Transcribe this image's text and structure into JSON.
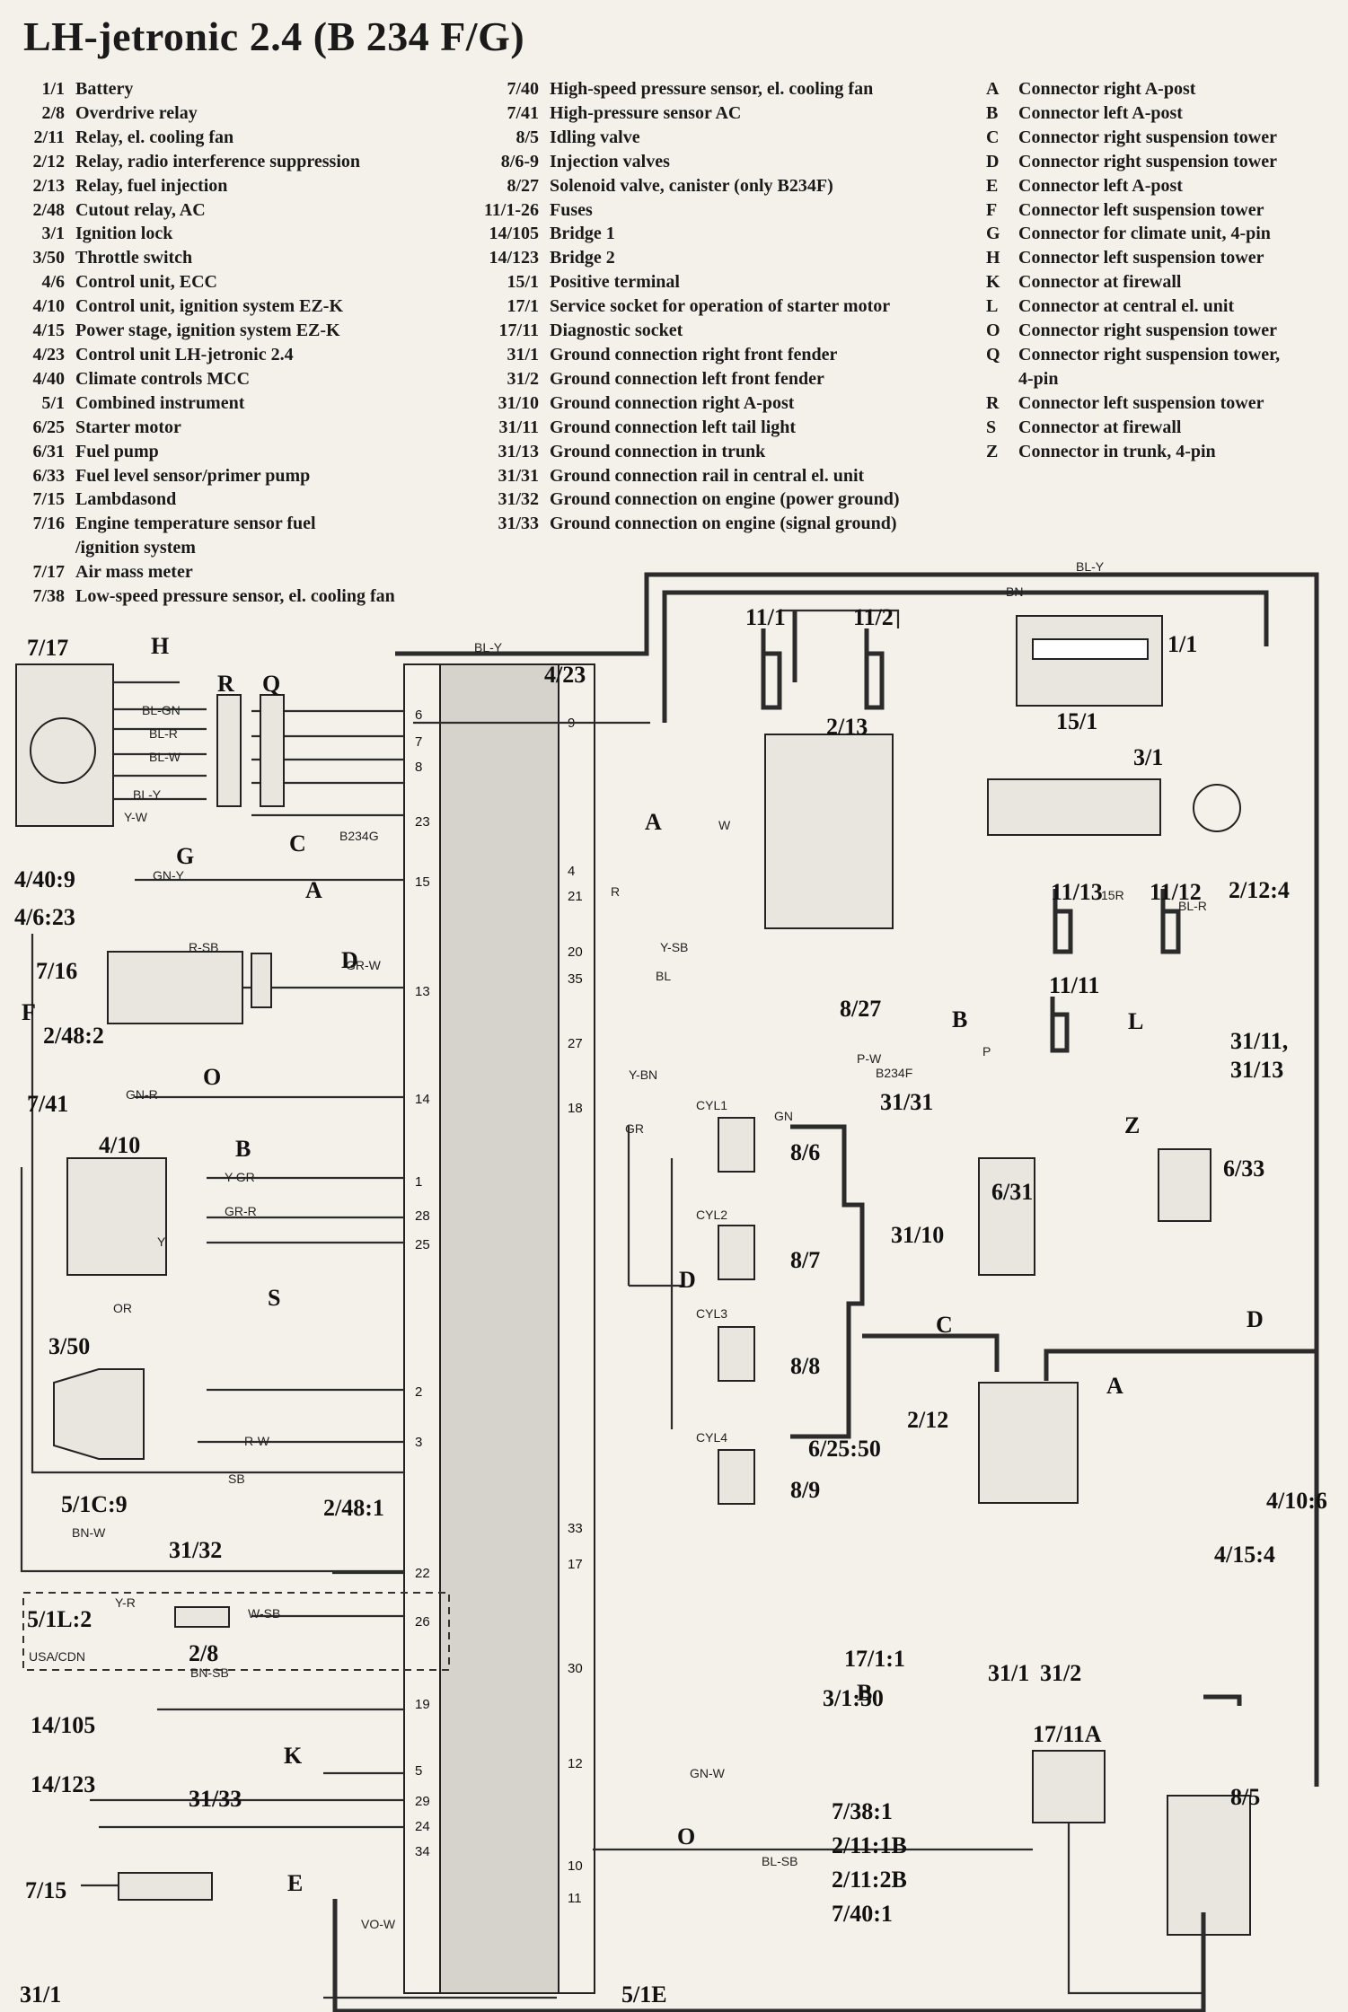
{
  "title": "LH-jetronic 2.4 (B 234 F/G)",
  "legend_col1": [
    {
      "code": "1/1",
      "desc": "Battery"
    },
    {
      "code": "2/8",
      "desc": "Overdrive relay"
    },
    {
      "code": "2/11",
      "desc": "Relay, el. cooling fan"
    },
    {
      "code": "2/12",
      "desc": "Relay, radio interference suppression"
    },
    {
      "code": "2/13",
      "desc": "Relay, fuel injection"
    },
    {
      "code": "2/48",
      "desc": "Cutout relay, AC"
    },
    {
      "code": "3/1",
      "desc": "Ignition lock"
    },
    {
      "code": "3/50",
      "desc": "Throttle switch"
    },
    {
      "code": "4/6",
      "desc": "Control unit, ECC"
    },
    {
      "code": "4/10",
      "desc": "Control unit, ignition system EZ-K"
    },
    {
      "code": "4/15",
      "desc": "Power stage, ignition system EZ-K"
    },
    {
      "code": "4/23",
      "desc": "Control unit LH-jetronic 2.4"
    },
    {
      "code": "4/40",
      "desc": "Climate controls MCC"
    },
    {
      "code": "5/1",
      "desc": "Combined instrument"
    },
    {
      "code": "6/25",
      "desc": "Starter motor"
    },
    {
      "code": "6/31",
      "desc": "Fuel pump"
    },
    {
      "code": "6/33",
      "desc": "Fuel level sensor/primer pump"
    },
    {
      "code": "7/15",
      "desc": "Lambdasond"
    },
    {
      "code": "7/16",
      "desc": "Engine temperature sensor fuel"
    },
    {
      "code": "",
      "desc": "/ignition system"
    },
    {
      "code": "7/17",
      "desc": "Air mass meter"
    },
    {
      "code": "7/38",
      "desc": "Low-speed pressure sensor, el. cooling fan"
    }
  ],
  "legend_col2": [
    {
      "code": "7/40",
      "desc": "High-speed pressure sensor, el. cooling fan"
    },
    {
      "code": "7/41",
      "desc": "High-pressure sensor AC"
    },
    {
      "code": "8/5",
      "desc": "Idling valve"
    },
    {
      "code": "8/6-9",
      "desc": "Injection valves"
    },
    {
      "code": "8/27",
      "desc": "Solenoid valve, canister (only B234F)"
    },
    {
      "code": "11/1-26",
      "desc": "Fuses"
    },
    {
      "code": "14/105",
      "desc": "Bridge 1"
    },
    {
      "code": "14/123",
      "desc": "Bridge 2"
    },
    {
      "code": "15/1",
      "desc": "Positive terminal"
    },
    {
      "code": "17/1",
      "desc": "Service socket for operation of starter motor"
    },
    {
      "code": "17/11",
      "desc": "Diagnostic socket"
    },
    {
      "code": "31/1",
      "desc": "Ground connection right front fender"
    },
    {
      "code": "31/2",
      "desc": "Ground connection left front fender"
    },
    {
      "code": "31/10",
      "desc": "Ground connection right A-post"
    },
    {
      "code": "31/11",
      "desc": "Ground connection left tail light"
    },
    {
      "code": "31/13",
      "desc": "Ground connection in trunk"
    },
    {
      "code": "31/31",
      "desc": "Ground connection rail in central el. unit"
    },
    {
      "code": "31/32",
      "desc": "Ground connection on engine (power ground)"
    },
    {
      "code": "31/33",
      "desc": "Ground connection on engine (signal ground)"
    }
  ],
  "legend_col3": [
    {
      "code": "A",
      "desc": "Connector right A-post"
    },
    {
      "code": "B",
      "desc": "Connector left A-post"
    },
    {
      "code": "C",
      "desc": "Connector right suspension tower"
    },
    {
      "code": "D",
      "desc": "Connector right suspension tower"
    },
    {
      "code": "E",
      "desc": "Connector left A-post"
    },
    {
      "code": "F",
      "desc": "Connector left suspension tower"
    },
    {
      "code": "G",
      "desc": "Connector for climate unit, 4-pin"
    },
    {
      "code": "H",
      "desc": "Connector left suspension tower"
    },
    {
      "code": "K",
      "desc": "Connector at firewall"
    },
    {
      "code": "L",
      "desc": "Connector at central el. unit"
    },
    {
      "code": "O",
      "desc": "Connector right suspension tower"
    },
    {
      "code": "Q",
      "desc": "Connector right suspension tower,"
    },
    {
      "code": "",
      "desc": "4-pin"
    },
    {
      "code": "R",
      "desc": "Connector left suspension tower"
    },
    {
      "code": "S",
      "desc": "Connector at firewall"
    },
    {
      "code": "Z",
      "desc": "Connector in trunk, 4-pin"
    }
  ],
  "diagram": {
    "ecu_label": "4/23",
    "ecu_pins_left": [
      "6",
      "7",
      "8",
      "23",
      "15",
      "13",
      "14",
      "1",
      "28",
      "25",
      "2",
      "3",
      "22",
      "26",
      "19",
      "5",
      "29",
      "24",
      "34"
    ],
    "ecu_pins_right": [
      "9",
      "4",
      "21",
      "20",
      "35",
      "27",
      "18",
      "33",
      "17",
      "30",
      "12",
      "10",
      "11"
    ],
    "wire_blye": "BL-Y",
    "wire_bn": "BN",
    "b234g": "B234G",
    "b234f": "B234F",
    "usa_cdn": "USA/CDN",
    "component_labels": [
      "7/17",
      "7/16",
      "2/48:2",
      "7/41",
      "4/10",
      "3/50",
      "5/1C:9",
      "31/32",
      "5/1L:2",
      "2/8",
      "14/105",
      "14/123",
      "31/33",
      "7/15",
      "31/1",
      "4/40:9",
      "4/6:23",
      "2/48:1",
      "5/1E",
      "1/1",
      "15/1",
      "3/1",
      "2/12:4",
      "2/13",
      "11/1",
      "11/2",
      "11/13",
      "11/12",
      "11/11",
      "8/27",
      "31/31",
      "31/10",
      "6/31",
      "6/33",
      "8/6",
      "8/7",
      "8/8",
      "8/9",
      "2/12",
      "31/1",
      "31/2",
      "17/11A",
      "8/5",
      "4/15:4",
      "4/10:6",
      "6/25:50",
      "17/1:1",
      "3/1:50",
      "7/38:1",
      "2/11:1B",
      "2/11:2B",
      "7/40:1",
      "31/11,",
      "31/13"
    ],
    "connector_labels": [
      "H",
      "R",
      "Q",
      "C",
      "G",
      "A",
      "F",
      "D",
      "O",
      "B",
      "S",
      "K",
      "E",
      "L",
      "Z",
      "D",
      "A",
      "B",
      "C",
      "A",
      "D",
      "O",
      "B"
    ],
    "cyl_labels": [
      "CYL1",
      "CYL2",
      "CYL3",
      "CYL4"
    ],
    "wire_labels": [
      "BL-GN",
      "BL-R",
      "BL-W",
      "BL-Y",
      "Y-W",
      "GN-Y",
      "GN-R",
      "GR-W",
      "R-SB",
      "Y-GR",
      "GR-R",
      "Y",
      "OR",
      "R-W",
      "SB",
      "BN-W",
      "Y-R",
      "W-SB",
      "BN-SB",
      "VO-W",
      "R",
      "W",
      "Y-SB",
      "BL",
      "Y-BN",
      "P-W",
      "GR",
      "GN",
      "P",
      "GN-W",
      "BL-SB",
      "BL-R",
      "15R"
    ]
  }
}
